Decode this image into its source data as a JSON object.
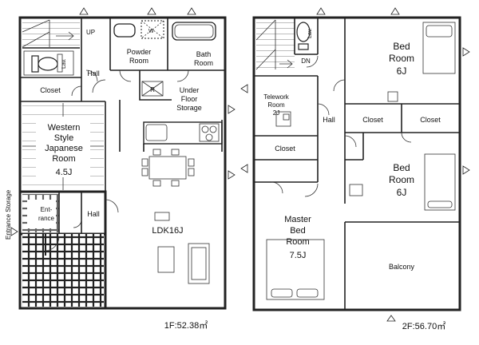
{
  "floor1": {
    "up": "UP",
    "lav": "Lav.",
    "w": "W",
    "powder_room": [
      "Powder",
      "Room"
    ],
    "bath_room": [
      "Bath",
      "Room"
    ],
    "hall_top": "Hall",
    "closet": "Closet",
    "r": "R",
    "under_floor_storage": [
      "Under",
      "Floor",
      "Storage"
    ],
    "western_room": [
      "Western",
      "Style",
      "Japanese",
      "Room",
      "4.5J"
    ],
    "entrance_storage": "Entrance Storage",
    "entrance": [
      "Ent-",
      "rance"
    ],
    "hall_bottom": "Hall",
    "ldk": "LDK16J",
    "area": "1F:52.38㎡"
  },
  "floor2": {
    "lav": "Lav.",
    "dn": "DN",
    "bed_room_top": [
      "Bed",
      "Room",
      "6J"
    ],
    "telework": [
      "Telework",
      "Room",
      "2J"
    ],
    "hall": "Hall",
    "closet_left": "Closet",
    "closet_mid": "Closet",
    "closet_right": "Closet",
    "bed_room_mid": [
      "Bed",
      "Room",
      "6J"
    ],
    "master_bed": [
      "Master",
      "Bed",
      "Room",
      "7.5J"
    ],
    "balcony": "Balcony",
    "area": "2F:56.70㎡"
  }
}
